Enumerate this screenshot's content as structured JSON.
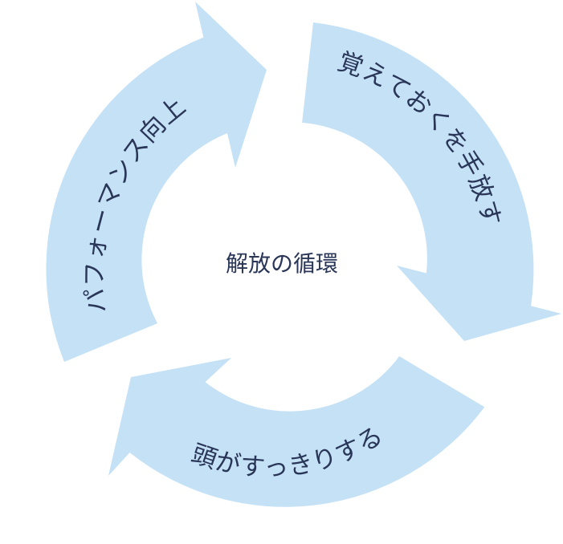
{
  "diagram": {
    "center_label": "解放の循環",
    "steps": [
      {
        "label": "覚えておくを手放す"
      },
      {
        "label": "頭がすっきりする"
      },
      {
        "label": "パフォーマンス向上"
      }
    ],
    "colors": {
      "arrow_fill": "#c4e1f6",
      "text": "#2a3658",
      "background": "#ffffff"
    }
  }
}
